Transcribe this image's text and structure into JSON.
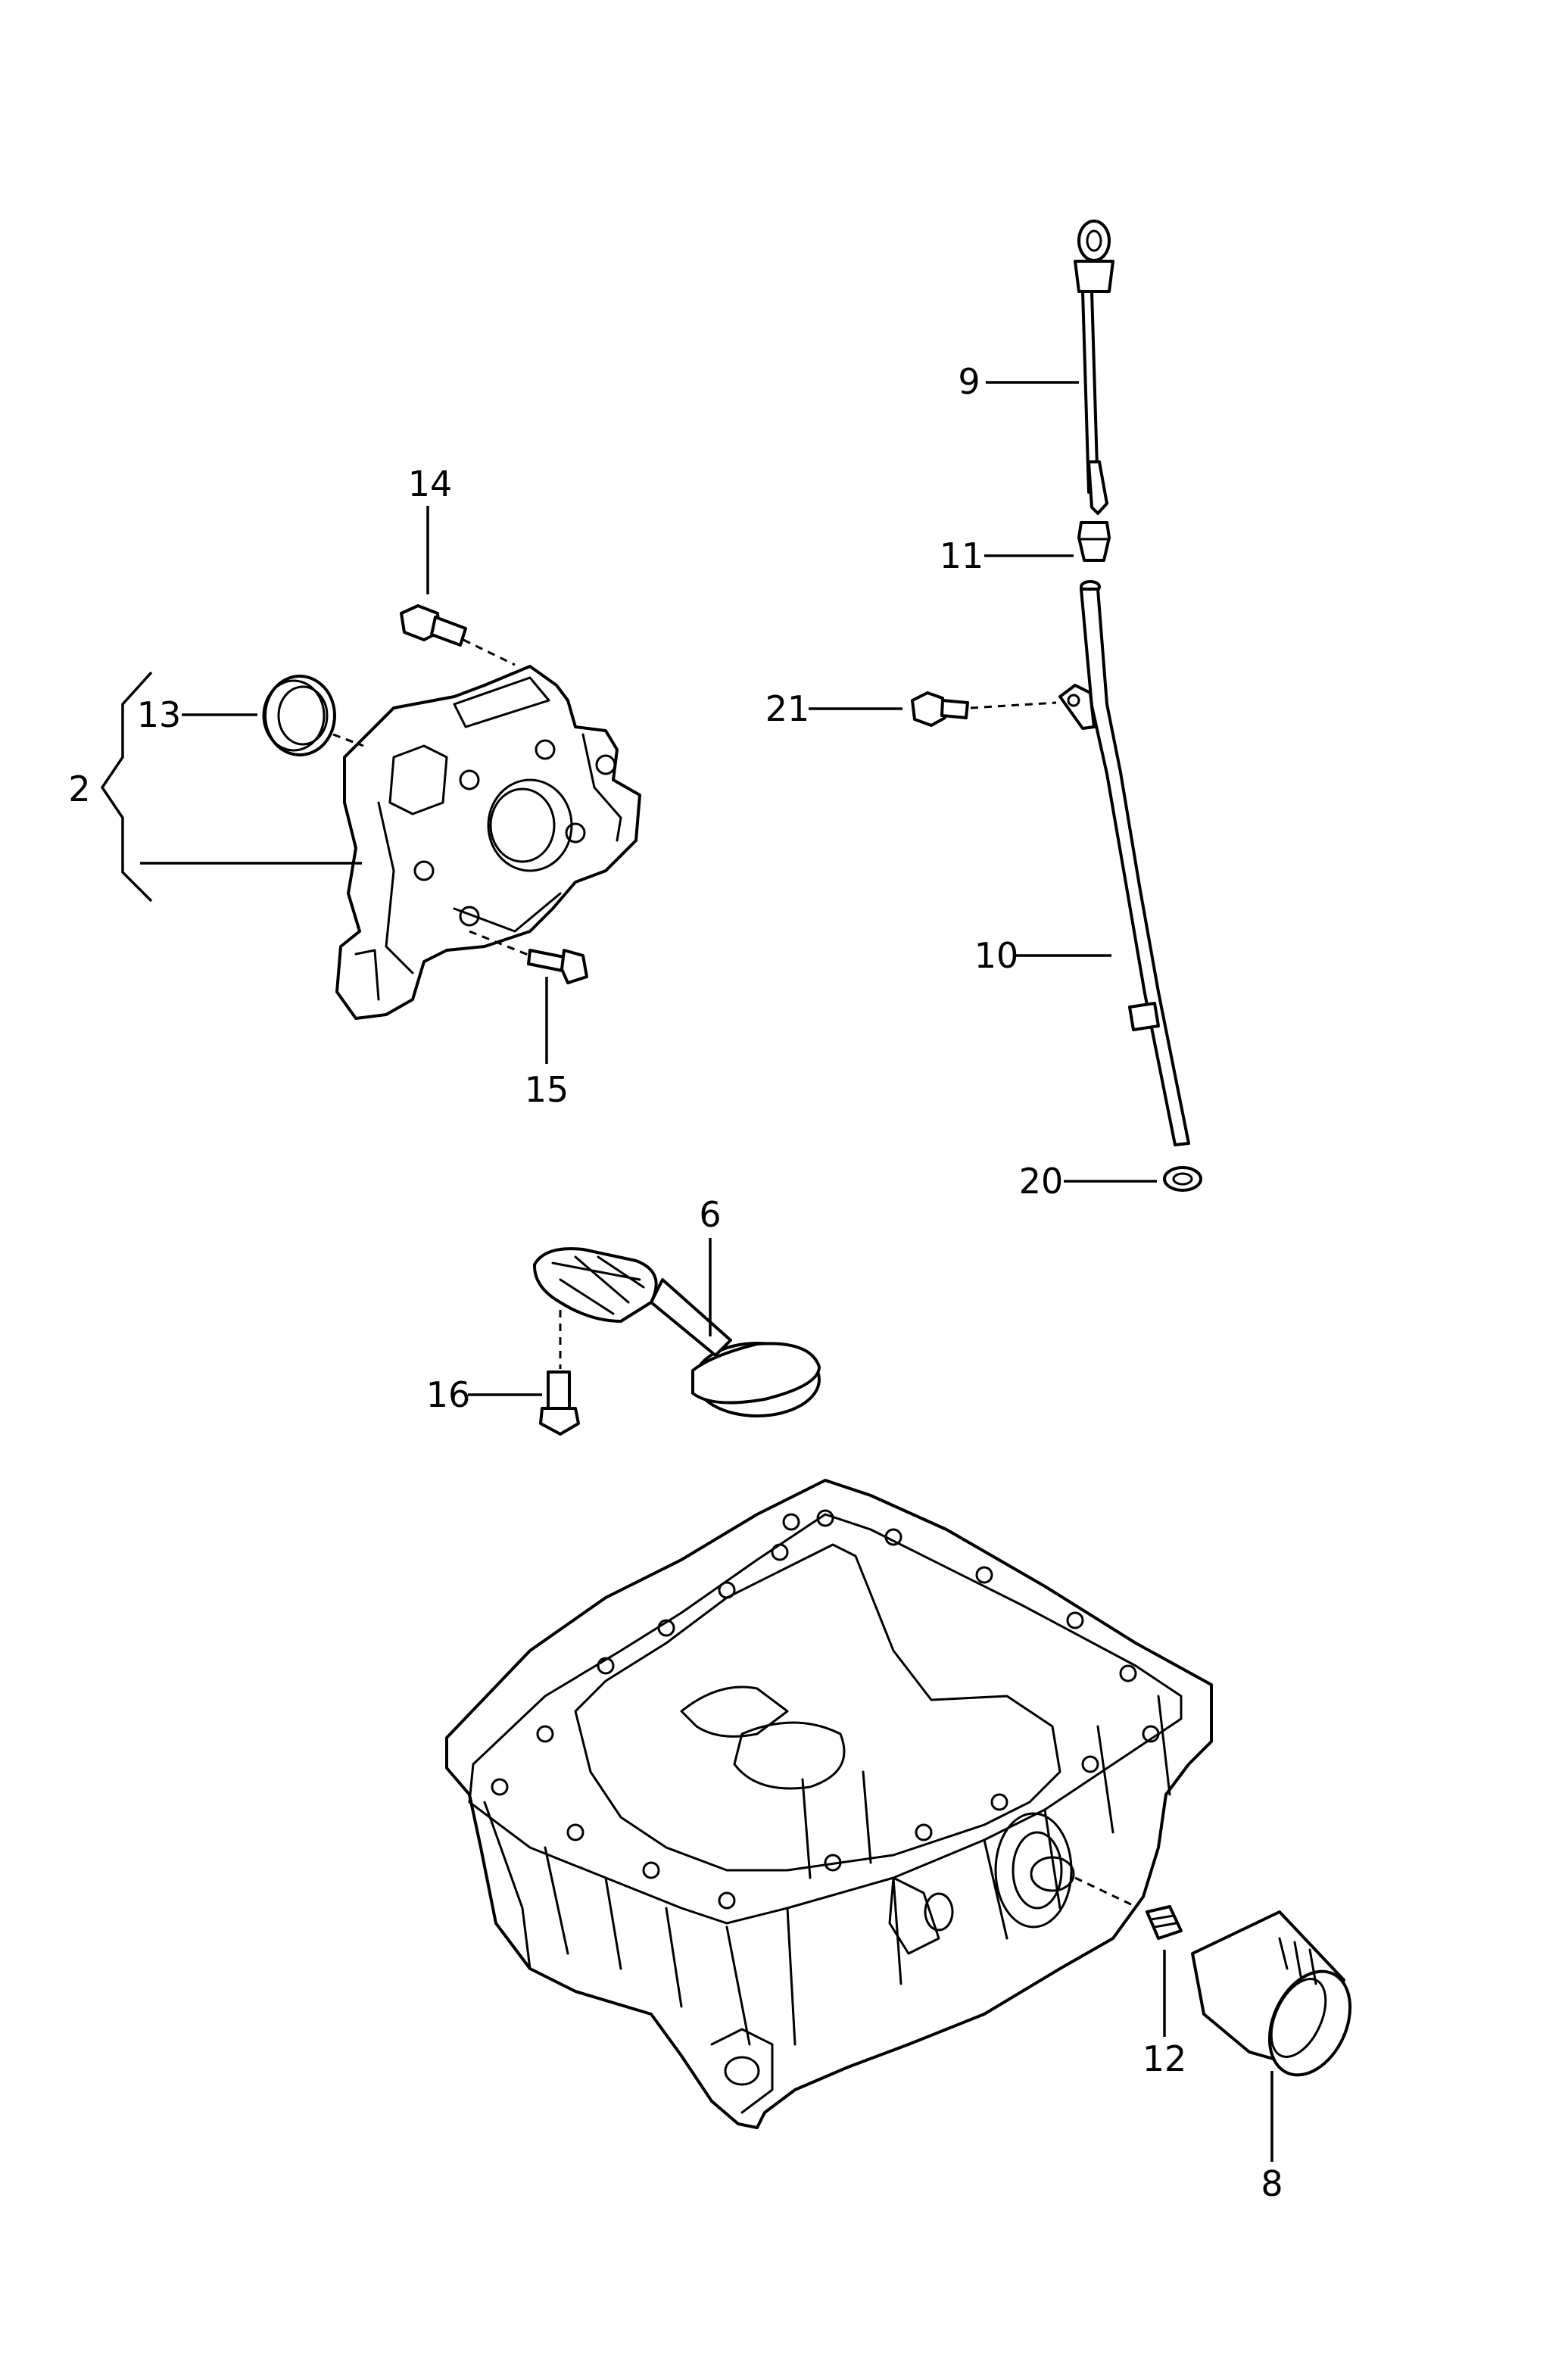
{
  "callouts": {
    "c2": "2",
    "c6": "6",
    "c8": "8",
    "c9": "9",
    "c10": "10",
    "c11": "11",
    "c12": "12",
    "c13": "13",
    "c14": "14",
    "c15": "15",
    "c16": "16",
    "c20": "20",
    "c21": "21"
  },
  "colors": {
    "line": "#000000",
    "background": "#ffffff"
  }
}
